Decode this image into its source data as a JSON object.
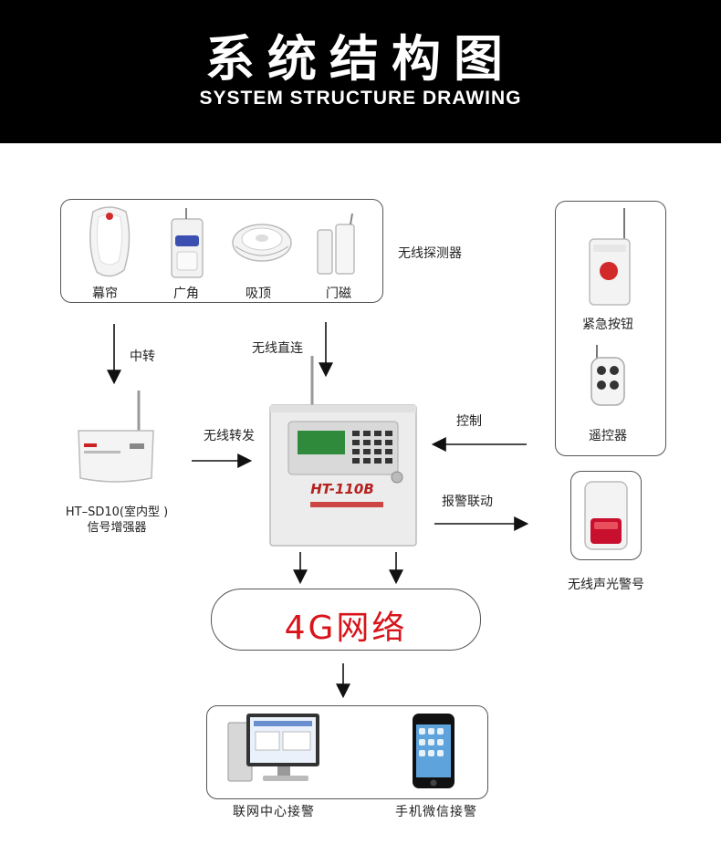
{
  "header": {
    "title": "系统结构图",
    "subtitle": "SYSTEM STRUCTURE DRAWING"
  },
  "detectors": {
    "group_label": "无线探测器",
    "items": [
      "幕帘",
      "广角",
      "吸顶",
      "门磁"
    ]
  },
  "controls": {
    "panic_button": "紧急按钮",
    "remote": "遥控器"
  },
  "flows": {
    "relay": "中转",
    "direct": "无线直连",
    "forward": "无线转发",
    "control": "控制",
    "alarm_link": "报警联动"
  },
  "repeater": {
    "model": "HT–SD10(室内型 )",
    "name": "信号增强器"
  },
  "panel": {
    "brand": "HT-110B"
  },
  "siren": "无线声光警号",
  "network": "4G网络",
  "receivers": {
    "center": "联网中心接警",
    "mobile": "手机微信接警"
  },
  "colors": {
    "header_bg": "#000000",
    "network_text": "#d8141b",
    "panic_red": "#d22a2a",
    "siren_red": "#c8102e"
  }
}
